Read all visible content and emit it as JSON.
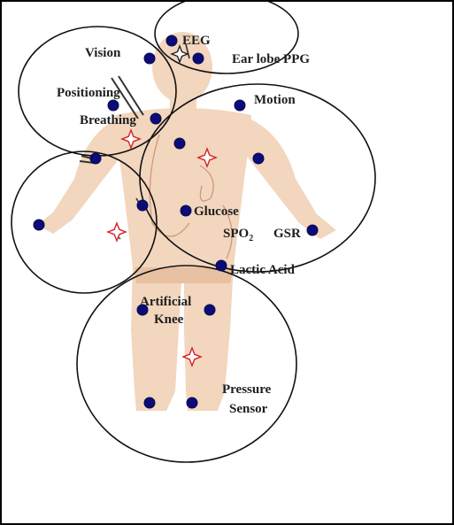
{
  "labels": {
    "eeg": "EEG",
    "vision": "Vision",
    "ear_lobe_ppg": "Ear lobe PPG",
    "positioning": "Positioning",
    "breathing": "Breathing",
    "motion": "Motion",
    "glucose": "Glucose",
    "spo2_main": "SPO",
    "spo2_sub": "2",
    "gsr": "GSR",
    "lactic_acid": "Lactic Acid",
    "artificial": "Artificial",
    "knee": "Knee",
    "pressure": "Pressure",
    "sensor": "Sensor"
  },
  "colors": {
    "sensor_dot": "#0b0b7a",
    "hub_outline": "#d61f26",
    "skin": "#f2d6bd",
    "zone_line": "#111111",
    "text": "#1e1e1e"
  },
  "icons": {
    "sensor": "filled-dot",
    "hub": "four-point-star"
  }
}
